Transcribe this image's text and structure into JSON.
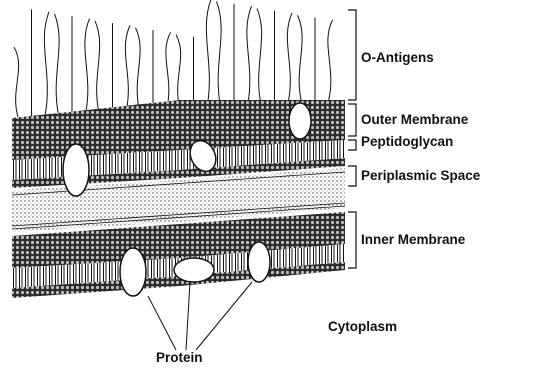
{
  "diagram": {
    "labels": {
      "o_antigens": "O-Antigens",
      "outer_membrane": "Outer Membrane",
      "peptidoglycan": "Peptidoglycan",
      "periplasmic_space": "Periplasmic Space",
      "inner_membrane": "Inner Membrane",
      "cytoplasm": "Cytoplasm",
      "protein": "Protein"
    },
    "colors": {
      "ink": "#111111",
      "background": "#ffffff"
    }
  }
}
